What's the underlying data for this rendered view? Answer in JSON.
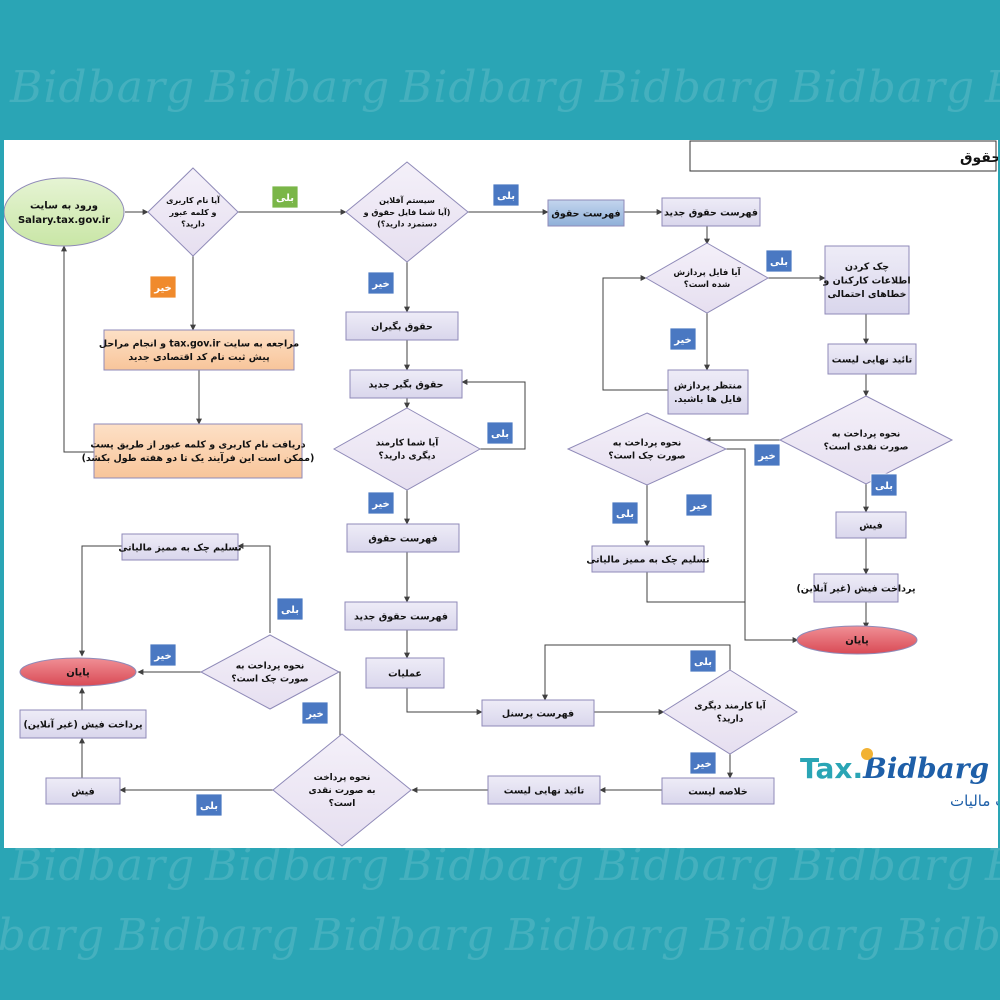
{
  "watermark": "Bidbarg",
  "title": "فرآیند کار در سایت مالیات بر حقوق",
  "logo": {
    "prefix": "Tax.",
    "name": "Bidbarg",
    "tagline": "مرجع سوالات مالیات"
  },
  "nodes": {
    "start": "ورود به سایت\nSalary.tax.gov.ir",
    "q_user": "آیا نام کاربری\nو کلمه عبور\nدارید؟",
    "register": "مراجعه به سایت tax.gov.ir و انجام مراحل\nپیش ثبت نام کد اقتصادی جدید",
    "receive": "دریافت نام کاربری و کلمه عبور از طریق پست\n(ممکن است این فرآیند یک تا دو هفته طول بکشد)",
    "q_offline": "سیستم آفلاین\n(آیا شما فایل حقوق و\nدستمزد دارید؟)",
    "payroll_list": "فهرست حقوق",
    "new_payroll_list": "فهرست حقوق جدید",
    "q_processed": "آیا فایل پردازش\nشده است؟",
    "wait_process": "منتظر پردازش\nفایل ها باشید.",
    "check_info": "چک کردن\nاطلاعات کارکنان و\nخطاهای احتمالی",
    "final_approve_r": "تائید نهایی لیست",
    "q_cash_r": "نحوه پرداخت به\nصورت نقدی است؟",
    "q_check_r": "نحوه پرداخت به\nصورت چک است؟",
    "deliver_check_r": "تسلیم چک به ممیز مالیاتی",
    "receipt_r": "فیش",
    "pay_receipt_r": "پرداخت فیش (غیر آنلاین)",
    "end_r": "پایان",
    "salary_takers": "حقوق بگیران",
    "new_salary_taker": "حقوق بگیر جدید",
    "q_other_emp": "آیا شما کارمند\nدیگری دارید؟",
    "payroll_list_m": "فهرست حقوق",
    "new_payroll_list_m": "فهرست حقوق جدید",
    "operations": "عملیات",
    "personnel_list": "فهرست پرسنل",
    "q_other_emp2": "آیا کارمند دیگری\nدارید؟",
    "summary_list": "خلاصه لیست",
    "final_approve_b": "تائید نهایی لیست",
    "q_cash_b": "نحوه پرداخت\nبه صورت نقدی\nاست؟",
    "receipt_l": "فیش",
    "pay_receipt_l": "پرداخت فیش (غیر آنلاین)",
    "end_l": "پایان",
    "q_check_l": "نحوه پرداخت به\nصورت چک است؟",
    "deliver_check_l": "تسلیم چک به ممیز مالیاتی"
  },
  "labels": {
    "yes": "بلی",
    "no": "خیر"
  },
  "colors": {
    "box_fill": "#d9d6ec",
    "box_stroke": "#8f8ab8",
    "diamond_fill": "#e6dff0",
    "blue_box": "#8fb0d8",
    "orange_box": "#f8c59a",
    "green_oval": "#c9e6a6",
    "red_oval": "#d94a55",
    "badge_blue": "#4a78c2",
    "badge_green": "#7ab648",
    "badge_orange": "#f08a2c",
    "line": "#404040",
    "accent": "#2aa5b5"
  }
}
